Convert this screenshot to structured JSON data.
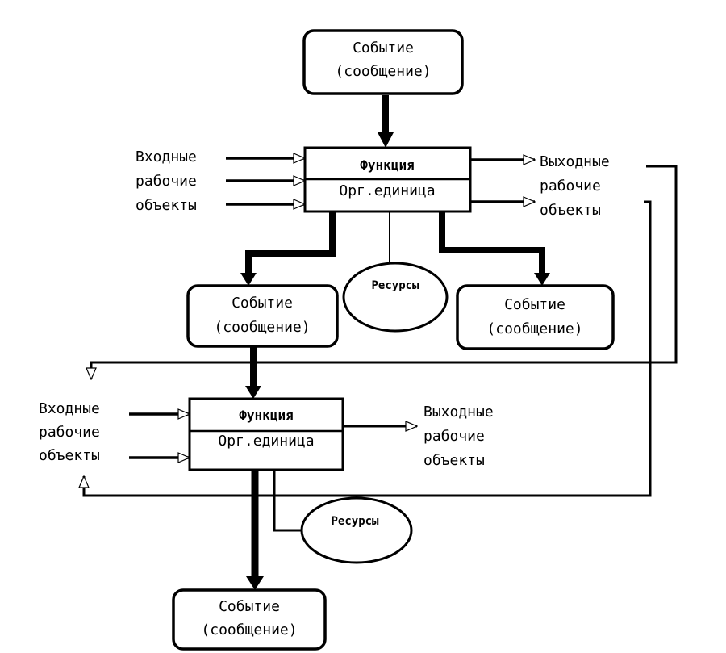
{
  "event_label_1": "Событие",
  "event_label_2": "(сообщение)",
  "function_label": "Функция",
  "org_unit_label": "Орг.единица",
  "resources_label": "Ресурсы",
  "input_label_1": "Входные",
  "output_label_1": "Выходные",
  "label_2": "рабочие",
  "label_3": "объекты",
  "colors": {
    "stroke": "#000000",
    "background": "#ffffff"
  }
}
